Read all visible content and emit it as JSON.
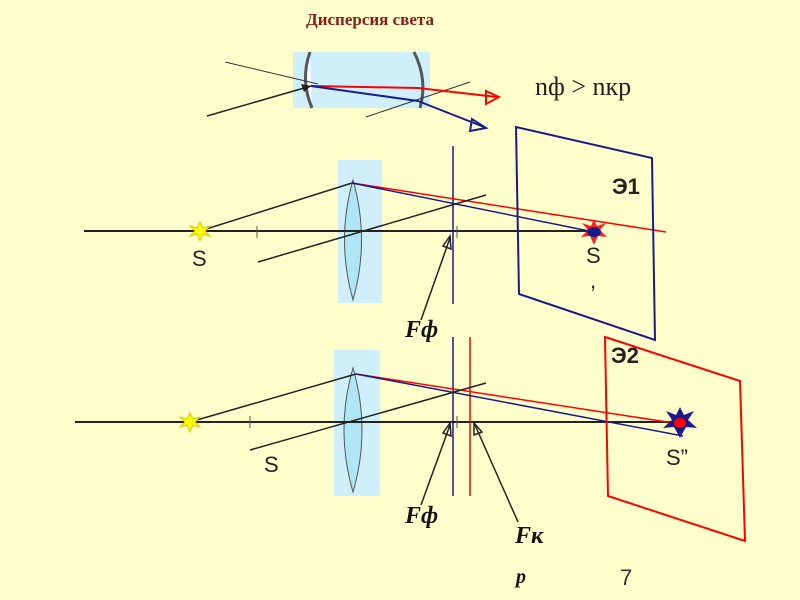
{
  "slide": {
    "title": "Дисперсия света",
    "page_number": "7"
  },
  "formula": {
    "text": "nф > nкр"
  },
  "labels": {
    "screen1": "Э1",
    "screen2": "Э2",
    "source_top": "S",
    "source_bottom": "S",
    "image_top_a": "S",
    "image_top_b": ",",
    "image_bottom": "S”",
    "focus_violet_top": "Fф",
    "focus_violet_bottom": "Fф",
    "focus_red_a": "Fк",
    "focus_red_b": "р"
  },
  "colors": {
    "background": "#ffffcc",
    "title": "#8b1a1a",
    "violet_ray": "#1a1a8c",
    "red_ray": "#ff0000",
    "lens_fill": "#cfeffa",
    "source_star": "#ffff00"
  }
}
